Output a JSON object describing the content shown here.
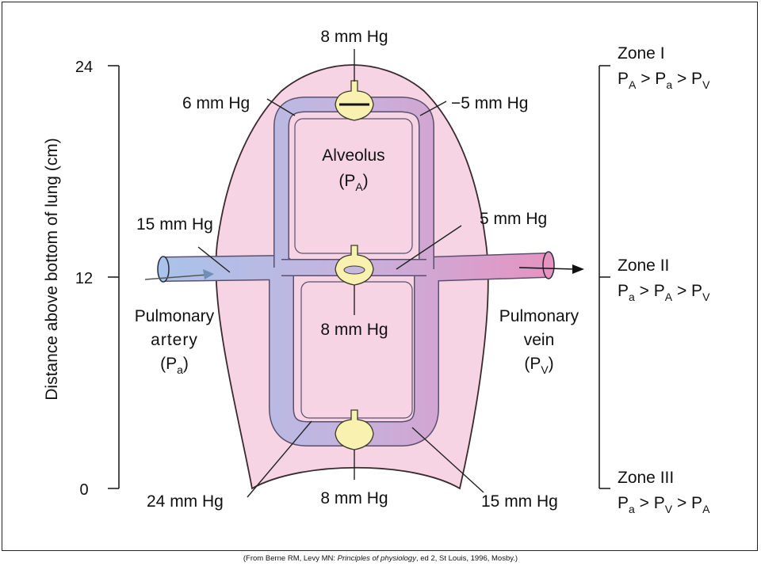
{
  "axis": {
    "ylabel": "Distance above bottom of lung (cm)",
    "ticks": [
      "24",
      "12",
      "0"
    ]
  },
  "pressures": {
    "top": "8 mm Hg",
    "upper_left": "6 mm Hg",
    "upper_right": "−5 mm Hg",
    "artery": "15 mm Hg",
    "mid_right": "5 mm Hg",
    "mid_center": "8 mm Hg",
    "bottom_left": "24 mm Hg",
    "bottom_center": "8 mm Hg",
    "bottom_right": "15 mm Hg"
  },
  "alveolus": {
    "name": "Alveolus",
    "sym": "(P",
    "sub": "A",
    "close": ")"
  },
  "artery": {
    "line1": "Pulmonary",
    "line2": "artery",
    "sym": "(P",
    "sub": "a",
    "close": ")"
  },
  "vein": {
    "line1": "Pulmonary",
    "line2": "vein",
    "sym": "(P",
    "sub": "V",
    "close": ")"
  },
  "zones": [
    {
      "name": "Zone I",
      "order": [
        "A",
        "a",
        "V"
      ]
    },
    {
      "name": "Zone II",
      "order": [
        "a",
        "A",
        "V"
      ]
    },
    {
      "name": "Zone III",
      "order": [
        "a",
        "V",
        "A"
      ]
    }
  ],
  "relation": {
    "p": "P",
    "gt": " > "
  },
  "credit": {
    "prefix": "(From Berne RM, Levy MN: ",
    "title": "Principles of physiology",
    "suffix": ", ed 2, St Louis, 1996, Mosby.)"
  },
  "colors": {
    "lung": "#f7d4e3",
    "lung_edge": "#3a2a30",
    "artery": "#aebfe6",
    "vein": "#e49ac2",
    "capillary_sac": "#f9f1b0",
    "zone_bracket": "#222222"
  }
}
